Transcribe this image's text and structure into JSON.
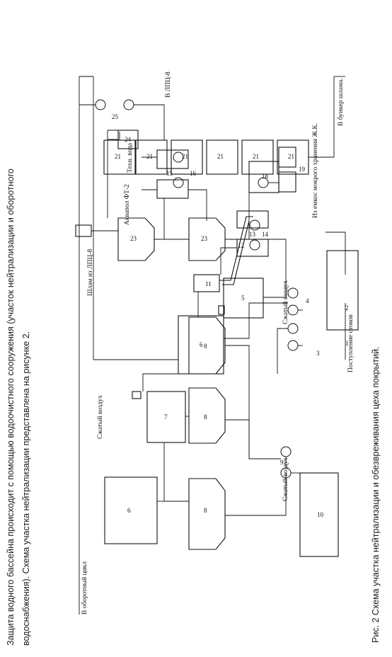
{
  "text": {
    "paragraph_line1": "Защита водного бассейна происходит с помощью водоочистного сооружения (участок нейтрализации и оборотного",
    "paragraph_line2": "водоснабжения). Схема участка нейтрализации представлена на рисунке 2.",
    "caption": "Рис. 2 Схема участка нейтрализации и обезвреживания цеха покрытий."
  },
  "diagram": {
    "labels": {
      "recycle": "В оборотный цикл",
      "air_left": "Сжатый воздух",
      "air_right": "Сжатый воздух",
      "air_bottom": "Сжатый воздух",
      "sludge_from": "Шлам из ЛПЦ-8",
      "akvapol": "Аквапол ФТ-2",
      "tech_water": "Техн. вода",
      "to_lpc8": "В ЛПЦ-8",
      "to_bunker": "В бункер шлама.",
      "inflow": "Поступление стоков",
      "from_store": "Из емкос мокрого хранения Ж.К."
    },
    "numbers": [
      "1",
      "2",
      "3",
      "4",
      "5",
      "6",
      "7",
      "8",
      "9",
      "10",
      "11",
      "12",
      "13",
      "14",
      "15",
      "16",
      "17",
      "18",
      "19",
      "21",
      "23",
      "24",
      "25"
    ]
  }
}
